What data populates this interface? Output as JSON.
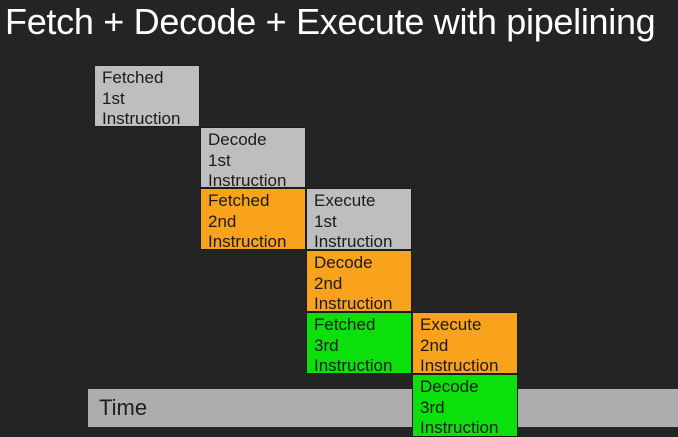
{
  "title": "Fetch + Decode + Execute with pipelining",
  "time_axis": {
    "label": "Time"
  },
  "palette": {
    "background": "#242424",
    "title_text": "#ffffff",
    "stage_border": "#1c1c1c",
    "stage_text": "#1b1b1b",
    "gray": "#bebebe",
    "orange": "#f9a21b",
    "green": "#0ce00c",
    "time_bar": "#adadad",
    "time_text": "#1f1f1f"
  },
  "stages": [
    {
      "id": "fetch-1",
      "lines": [
        "Fetched",
        "1st",
        "Instruction"
      ],
      "color": "gray",
      "time_slot": 1,
      "step_row": 1
    },
    {
      "id": "decode-1",
      "lines": [
        "Decode",
        "1st",
        "Instruction"
      ],
      "color": "gray",
      "time_slot": 2,
      "step_row": 2
    },
    {
      "id": "fetch-2",
      "lines": [
        "Fetched",
        "2nd",
        "Instruction"
      ],
      "color": "orange",
      "time_slot": 2,
      "step_row": 3
    },
    {
      "id": "execute-1",
      "lines": [
        "Execute",
        "1st",
        "Instruction"
      ],
      "color": "gray",
      "time_slot": 3,
      "step_row": 3
    },
    {
      "id": "decode-2",
      "lines": [
        "Decode",
        "2nd",
        "Instruction"
      ],
      "color": "orange",
      "time_slot": 3,
      "step_row": 4
    },
    {
      "id": "fetch-3",
      "lines": [
        "Fetched",
        "3rd",
        "Instruction"
      ],
      "color": "green",
      "time_slot": 3,
      "step_row": 5
    },
    {
      "id": "execute-2",
      "lines": [
        "Execute",
        "2nd",
        "Instruction"
      ],
      "color": "orange",
      "time_slot": 4,
      "step_row": 5
    },
    {
      "id": "decode-3",
      "lines": [
        "Decode",
        "3rd",
        "Instruction"
      ],
      "color": "green",
      "time_slot": 4,
      "step_row": 6
    }
  ]
}
